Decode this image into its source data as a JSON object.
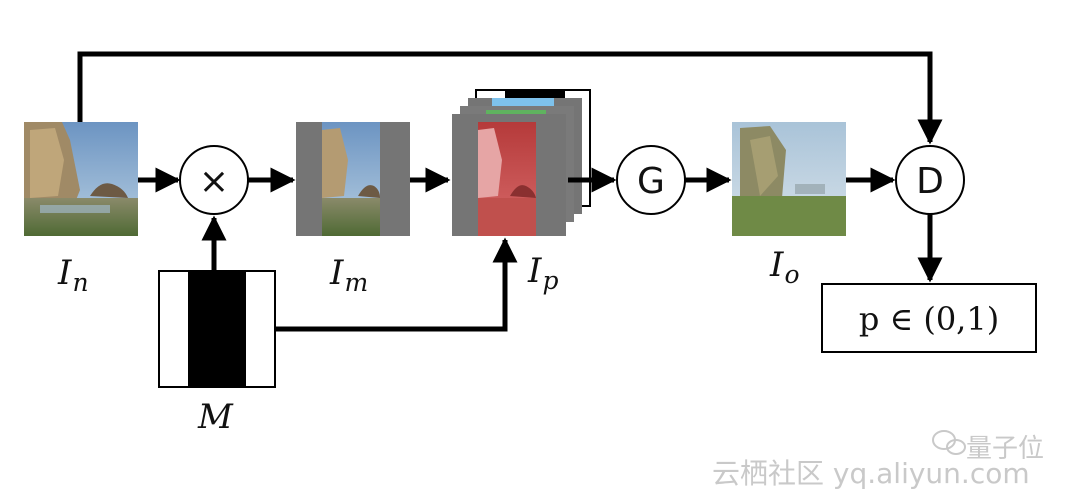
{
  "nodes": {
    "multiply": "×",
    "generator": "G",
    "discriminator": "D"
  },
  "labels": {
    "input": {
      "base": "I",
      "sub": "n"
    },
    "masked": {
      "base": "I",
      "sub": "m"
    },
    "prepared": {
      "base": "I",
      "sub": "p"
    },
    "output": {
      "base": "I",
      "sub": "o"
    },
    "mask": "M"
  },
  "result": "p ∈ (0,1)",
  "watermark": {
    "brand": "量子位",
    "site": "云栖社区 yq.aliyun.com"
  },
  "colors": {
    "line": "#000000",
    "mask_gray": "#757575",
    "tensor_red": "#c23a3a",
    "tensor_blue": "#7ec2ec",
    "tensor_green": "#5fb35f"
  }
}
